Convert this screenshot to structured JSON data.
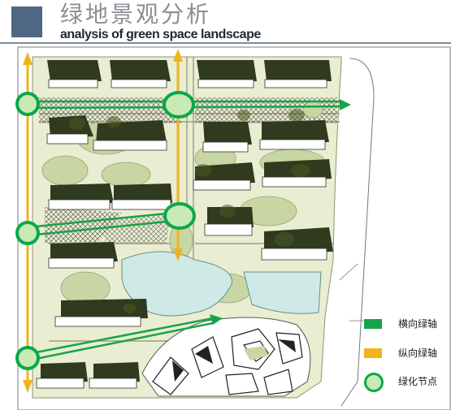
{
  "header": {
    "title_cn": "绿地景观分析",
    "title_en": "analysis of green space landscape"
  },
  "legend": {
    "items": [
      {
        "key": "horizontal",
        "label": "横向绿轴",
        "color": "#17a34a"
      },
      {
        "key": "vertical",
        "label": "纵向绿轴",
        "color": "#f0b31a"
      },
      {
        "key": "node",
        "label": "绿化节点",
        "color": "#0aa84a"
      }
    ]
  },
  "colors": {
    "ground": "#e9edd1",
    "building_roof": "#2f3a1e",
    "water": "#cfe9e6",
    "green_axis": "#17a34a",
    "vertical_axis": "#f0b31a",
    "node_fill": "#c9eab4",
    "node_stroke": "#0aa84a"
  }
}
